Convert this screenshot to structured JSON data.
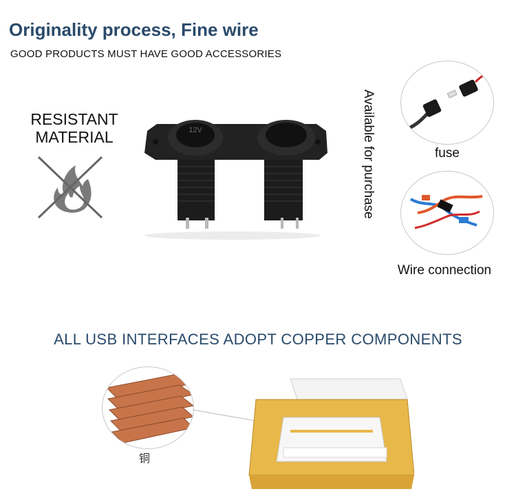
{
  "header": {
    "title": "Originality process, Fine wire",
    "subtitle": "GOOD PRODUCTS MUST HAVE GOOD ACCESSORIES"
  },
  "left_panel": {
    "resist_line1": "RESISTANT",
    "resist_line2": "MATERIAL",
    "icon": "no-fire-icon"
  },
  "product": {
    "socket_label": "12V",
    "icon": "dual-socket-panel"
  },
  "side_text": "Available for purchase",
  "accessories": [
    {
      "caption": "fuse",
      "icon": "fuse-holder-icon"
    },
    {
      "caption": "Wire connection",
      "icon": "wire-connector-icon"
    }
  ],
  "banner": "ALL USB INTERFACES ADOPT COPPER COMPONENTS",
  "copper": {
    "label": "铜",
    "icon": "copper-sheets-icon"
  },
  "usb": {
    "icon": "usb-port-icon"
  },
  "colors": {
    "title": "#2a4a6b",
    "copper": "#c8744a",
    "usb_gold": "#e8b84a"
  }
}
